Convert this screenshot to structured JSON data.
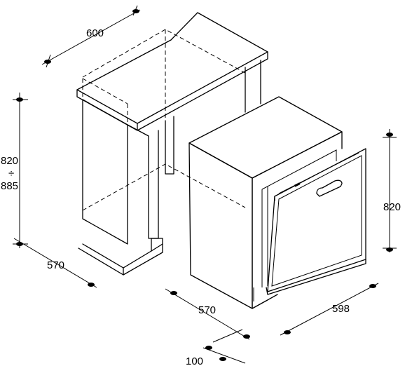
{
  "dimensions": {
    "cabinet_width": "600",
    "cabinet_height_min": "820",
    "range_symbol": "÷",
    "cabinet_height_max": "885",
    "cabinet_depth": "570",
    "appliance_depth": "570",
    "appliance_height": "820",
    "appliance_width": "598",
    "plinth_depth": "100"
  },
  "colors": {
    "line": "#000000",
    "background": "#ffffff"
  }
}
